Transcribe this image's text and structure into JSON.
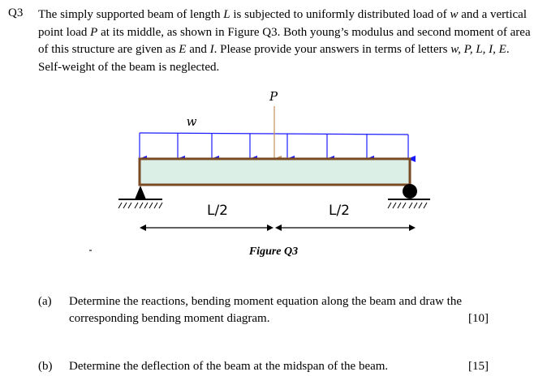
{
  "question": {
    "label": "Q3",
    "intro_parts": {
      "p1": "The simply supported beam of length ",
      "v_L": "L",
      "p2": " is subjected to uniformly distributed load of ",
      "v_w": "w",
      "p3": " and a vertical point load ",
      "v_P": "P",
      "p4": " at its middle, as shown in Figure Q3. Both young’s modulus and second moment of area of this structure are given as ",
      "v_E": "E",
      "p5": " and ",
      "v_I": "I",
      "p6": ". Please provide your answers in terms of letters ",
      "letters": "w, P, L, I, E",
      "p7": ". Self-weight of the beam is neglected."
    }
  },
  "figure": {
    "caption": "Figure Q3",
    "udl_label": "w",
    "point_load_label": "P",
    "span_left_label": "L/2",
    "span_right_label": "L/2",
    "colors": {
      "udl": "#1a1aff",
      "point_load": "#c8976a",
      "beam_fill": "#dcefe6",
      "beam_border": "#7a4a22",
      "support": "#000000"
    },
    "left_support": "pin",
    "right_support": "roller"
  },
  "parts": [
    {
      "label": "(a)",
      "text_line1": "Determine the reactions, bending moment equation along the beam and draw the",
      "text_line2": "corresponding bending moment diagram.",
      "marks": "[10]"
    },
    {
      "label": "(b)",
      "text_line1": "Determine the deflection of the beam at the midspan of the beam.",
      "marks": "[15]"
    }
  ]
}
